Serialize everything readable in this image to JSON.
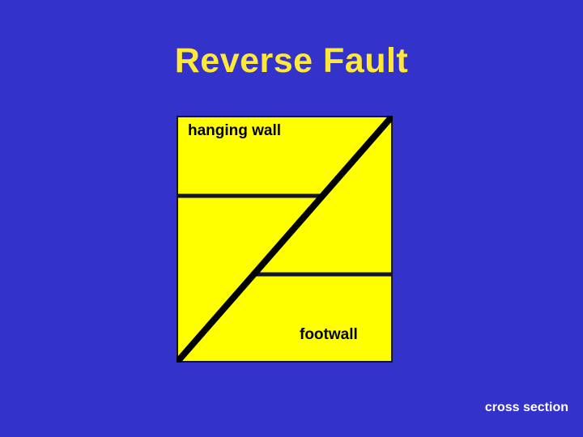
{
  "slide": {
    "title": "Reverse Fault",
    "background_color": "#3333CC",
    "title_color": "#FFE838",
    "caption": "cross section",
    "caption_color": "#FFFFFF"
  },
  "diagram": {
    "type": "geologic-cross-section",
    "block_fill_color": "#FFFF00",
    "line_color": "#000000",
    "bed_line_color": "#141432",
    "labels": {
      "hanging_wall": "hanging wall",
      "footwall": "footwall"
    },
    "fault_line": {
      "name": "fault-plane",
      "from": "bottom-left",
      "to": "top-right",
      "stroke_width": 7
    },
    "bed_lines": [
      {
        "name": "upper-bed-line",
        "side": "hanging-wall",
        "y_fraction": 0.325,
        "x_start_fraction": 0.0,
        "x_end_fraction": 0.66
      },
      {
        "name": "lower-bed-line",
        "side": "footwall",
        "y_fraction": 0.643,
        "x_start_fraction": 0.35,
        "x_end_fraction": 1.0
      }
    ]
  }
}
